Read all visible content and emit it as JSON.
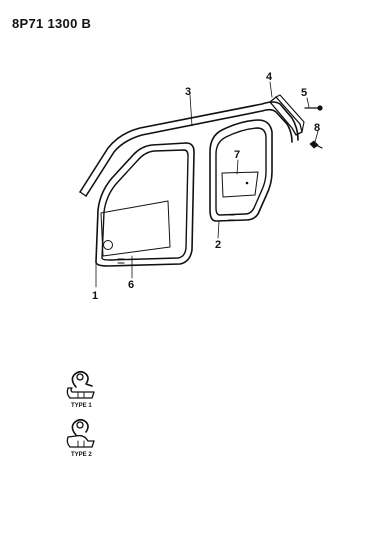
{
  "header": {
    "code": "8P71 1300 B"
  },
  "callouts": {
    "c1": "1",
    "c2": "2",
    "c3": "3",
    "c4": "4",
    "c5": "5",
    "c6": "6",
    "c7": "7",
    "c8": "8"
  },
  "types": {
    "type1": "TYPE 1",
    "type2": "TYPE 2"
  }
}
